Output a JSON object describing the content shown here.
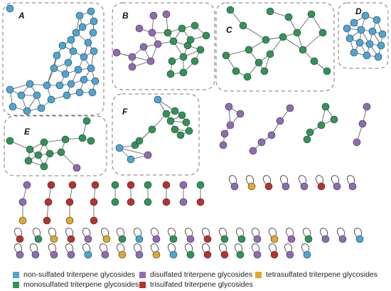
{
  "panels": [
    "A",
    "B",
    "C",
    "D",
    "E",
    "F"
  ],
  "legend": [
    {
      "label": "non-sulfated triterpene glycosides",
      "color": "#4aa6d6",
      "key": "non"
    },
    {
      "label": "disulfated triterpene glycosides",
      "color": "#8e6bb4",
      "key": "di"
    },
    {
      "label": "tetrasulfated triterpene glycosides",
      "color": "#e0a92c",
      "key": "tetra"
    },
    {
      "label": "monosulfated triterpene glycosides",
      "color": "#2f9457",
      "key": "mono"
    },
    {
      "label": "trisulfated triterpene glycosides",
      "color": "#b8312d",
      "key": "tri"
    }
  ],
  "colors": {
    "non": "#4aa6d6",
    "mono": "#2f9457",
    "di": "#8e6bb4",
    "tri": "#b8312d",
    "tetra": "#e0a92c",
    "edge": "#555555",
    "box": "#777777"
  }
}
